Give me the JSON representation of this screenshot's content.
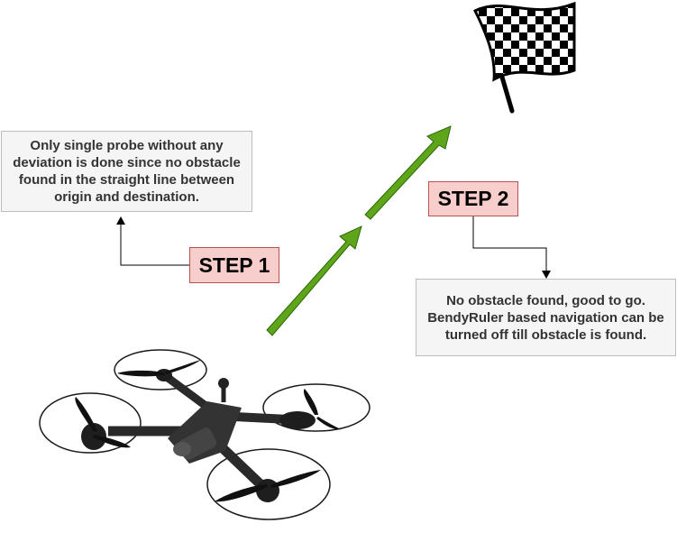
{
  "steps": [
    {
      "label": "STEP 1",
      "description": "Only single probe without any deviation is done since no obstacle found in the straight line between origin and destination."
    },
    {
      "label": "STEP 2",
      "description": "No obstacle found, good to go. BendyRuler based navigation can be turned off till obstacle is found."
    }
  ],
  "colors": {
    "path_arrow": "#5ea51a",
    "path_arrow_stroke": "#2d6a0a",
    "step_fill": "#f8cecc",
    "step_stroke": "#b85450",
    "note_fill": "#f5f5f5",
    "note_stroke": "#bdbdbd"
  },
  "icons": {
    "destination": "checkered-flag-icon",
    "vehicle": "quadcopter-drone-icon"
  }
}
